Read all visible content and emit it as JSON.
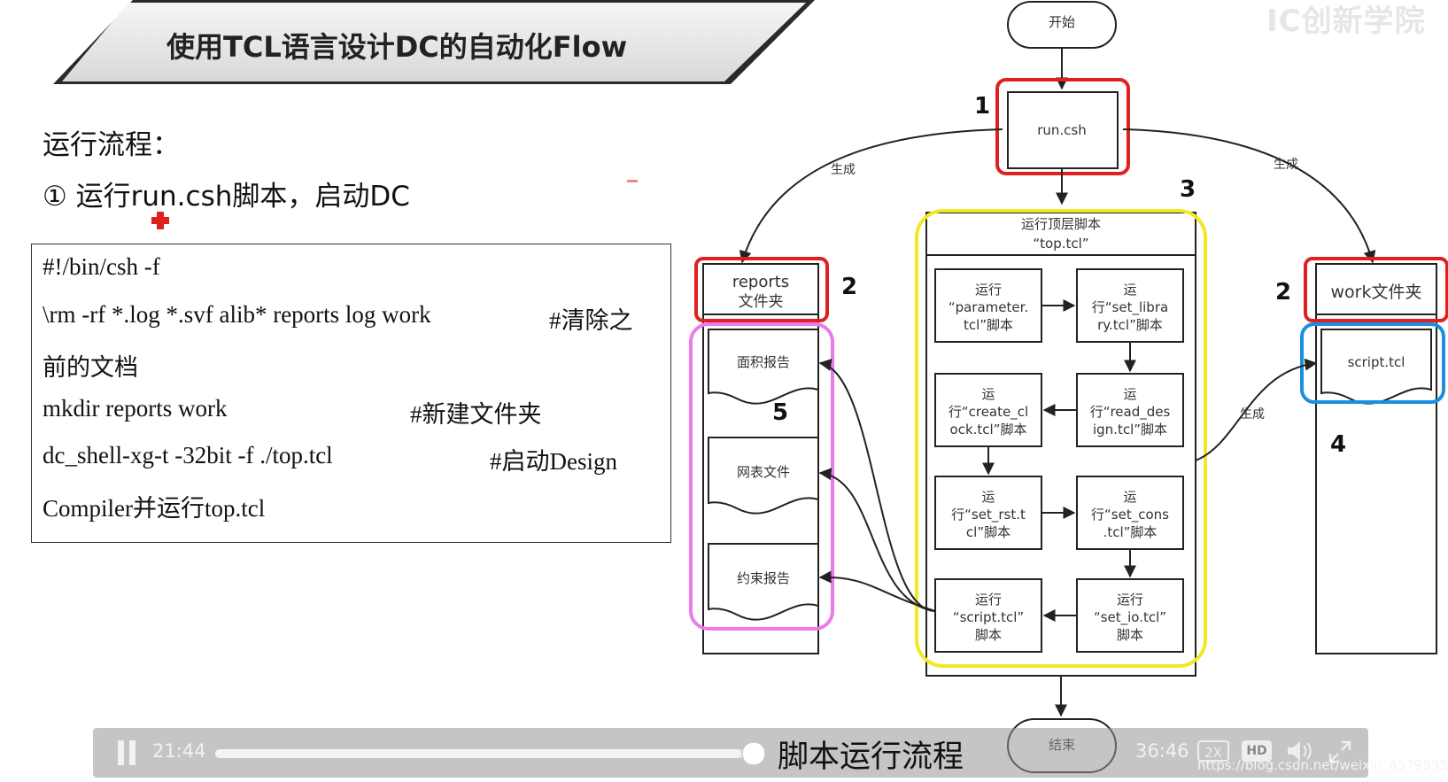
{
  "slide": {
    "title": "使用TCL语言设计DC的自动化Flow",
    "brand": "IC创新学院",
    "heading": "运行流程：",
    "step": "① 运行run.csh脚本，启动DC",
    "code": {
      "line1": "#!/bin/csh -f",
      "line2": "\\rm -rf *.log *.svf alib* reports log work",
      "line2_comment": "#清除之",
      "line3": "前的文档",
      "line4": "mkdir reports work",
      "line4_comment": "#新建文件夹",
      "line5": " dc_shell-xg-t -32bit -f ./top.tcl",
      "line5_comment": "#启动Design",
      "line6": "Compiler并运行top.tcl"
    }
  },
  "diagram": {
    "start": "开始",
    "end": "结束",
    "run_csh": "run.csh",
    "gen_left": "生成",
    "gen_right": "生成",
    "gen_script": "生成",
    "num1": "1",
    "num2_left": "2",
    "num2_right": "2",
    "num3": "3",
    "num4": "4",
    "num5": "5",
    "reports_folder": [
      "reports",
      "文件夹"
    ],
    "work_folder": "work文件夹",
    "script_file": "script.tcl",
    "top_title": [
      "运行顶层脚本",
      "“top.tcl”"
    ],
    "reports_docs": [
      "面积报告",
      "网表文件",
      "约束报告"
    ],
    "steps": [
      [
        "运行",
        "“parameter.",
        "tcl”脚本"
      ],
      [
        "运",
        "行“set_libra",
        "ry.tcl”脚本"
      ],
      [
        "运",
        "行“read_des",
        "ign.tcl”脚本"
      ],
      [
        "运",
        "行“create_cl",
        "ock.tcl”脚本"
      ],
      [
        "运",
        "行“set_rst.t",
        "cl”脚本"
      ],
      [
        "运",
        "行“set_cons",
        ".tcl”脚本"
      ],
      [
        "运行",
        "“set_io.tcl”",
        "脚本"
      ],
      [
        "运行",
        "“script.tcl”",
        "脚本"
      ]
    ],
    "colors": {
      "red": "#e02020",
      "yellow": "#f2e826",
      "pink": "#ea7be8",
      "blue": "#1a8fe0"
    }
  },
  "player": {
    "current_time": "21:44",
    "total_time": "36:46",
    "progress": 0.974,
    "subtitle": "脚本运行流程",
    "speed": "2X",
    "hd": "HD",
    "watermark": "https://blog.csdn.net/weixin_45799954"
  }
}
